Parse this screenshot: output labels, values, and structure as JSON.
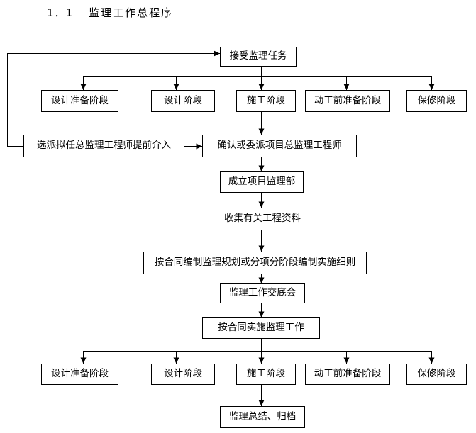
{
  "page": {
    "heading_number": "1．1",
    "heading_text": "监理工作总程序"
  },
  "flowchart": {
    "accept_task": "接受监理任务",
    "early_involvement": "选派拟任总监理工程师提前介入",
    "confirm_chief_engineer": "确认或委派项目总监理工程师",
    "establish_supervision_dept": "成立项目监理部",
    "collect_project_data": "收集有关工程资料",
    "compile_plan_details": "按合同编制监理规划或分项分阶段编制实施细则",
    "disclosure_meeting": "监理工作交底会",
    "implement_per_contract": "按合同实施监理工作",
    "summary_archive": "监理总结、归档",
    "stages_top": [
      "设计准备阶段",
      "设计阶段",
      "施工阶段",
      "动工前准备阶段",
      "保修阶段"
    ],
    "stages_bottom": [
      "设计准备阶段",
      "设计阶段",
      "施工阶段",
      "动工前准备阶段",
      "保修阶段"
    ]
  },
  "colors": {
    "line": "#000000",
    "text": "#000000",
    "background": "#ffffff"
  }
}
